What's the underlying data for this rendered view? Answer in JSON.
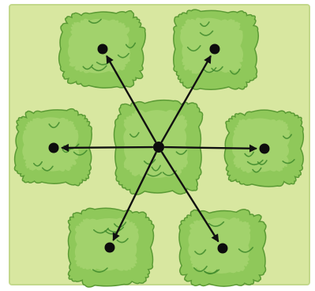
{
  "diagram": {
    "colors": {
      "background_paper": "#ffffff",
      "field": "#d8e7a0",
      "field_edge": "#c3d88b",
      "bush_fill": "#8fc85a",
      "bush_light": "#b2db7b",
      "bush_outline": "#5b9a35",
      "bush_detail": "#3f8a2b",
      "dot": "#0d0d0d",
      "arrow": "#111111"
    },
    "nodes": [
      {
        "id": "center",
        "label": ""
      },
      {
        "id": "top-left",
        "label": ""
      },
      {
        "id": "top-right",
        "label": ""
      },
      {
        "id": "left",
        "label": ""
      },
      {
        "id": "right",
        "label": ""
      },
      {
        "id": "bottom-left",
        "label": ""
      },
      {
        "id": "bottom-right",
        "label": ""
      }
    ],
    "edges": [
      {
        "from": "center",
        "to": "top-left"
      },
      {
        "from": "center",
        "to": "top-right"
      },
      {
        "from": "center",
        "to": "left"
      },
      {
        "from": "center",
        "to": "right"
      },
      {
        "from": "center",
        "to": "bottom-left"
      },
      {
        "from": "center",
        "to": "bottom-right"
      }
    ]
  }
}
